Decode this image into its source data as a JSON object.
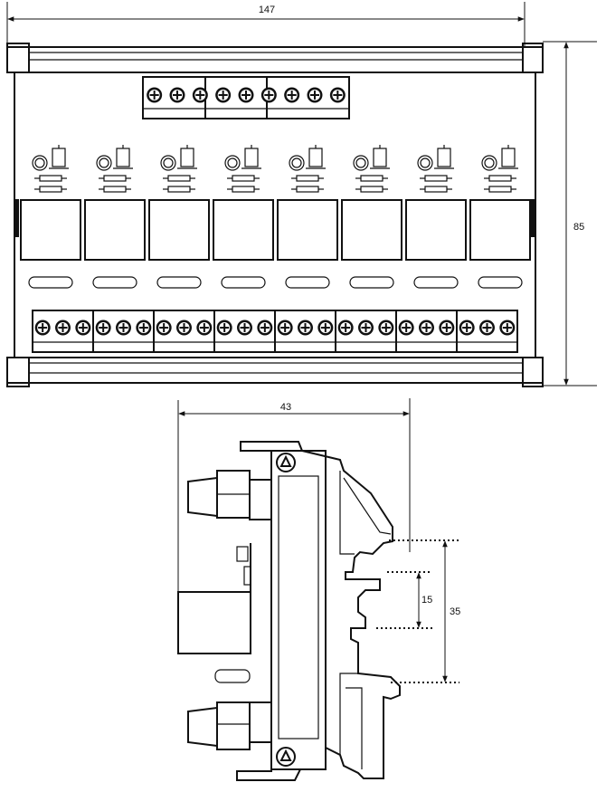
{
  "dimensions": {
    "width_top": "147",
    "height_side": "85",
    "depth": "43",
    "rail_outer": "35",
    "rail_inner": "15"
  },
  "module": {
    "relay_channels": 8,
    "top_terminals": 9,
    "bottom_terminals": 24
  },
  "colors": {
    "line": "#111111",
    "background": "#ffffff"
  }
}
